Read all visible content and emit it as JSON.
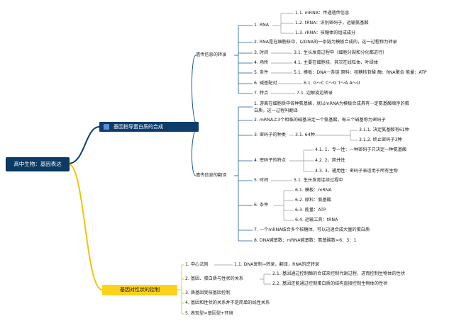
{
  "root": {
    "label": "高中生物：基因表达"
  },
  "branch1": {
    "label": "基因指导蛋白质的合成",
    "transcription": {
      "label": "遗传信息的转录",
      "items": [
        "1. RNA",
        "2. RNA是在细胞核中，以DNA的一条链为模板合成的，这一过程称为转录",
        "3. 时间",
        "4. 场所",
        "5. 条件",
        "6. 碱基配对",
        "7. 特点"
      ],
      "rna_children": [
        "1.1. mRNA：传递遗传信息",
        "1.2. tRNA：识别密码子，运输氨基酸",
        "1.3. rRNA：核糖体的组成成分"
      ],
      "time_child": "3.1. 生长发育过程中（细胞分裂和分化都进行）",
      "place_child": "4.1. 主要在细胞核，其次在线粒体、叶绿体",
      "condition_child": "5.1. 模板：DNA一条链 原料：核糖核苷酸 酶：RNA聚合 能量：ATP",
      "pairing_child": "6.1. G〜C C〜G T〜A A〜U",
      "feature_child": "7.1. 边解旋边转录"
    },
    "translation": {
      "label": "遗传信息的翻译",
      "items": [
        "1. 游离在细胞质中各种氨基酸，就以mRNA为模板合成具有一定氨基酸顺序的蛋",
        "白质，这一过程叫翻译",
        "2. mRNA上3个相临的碱基决定一个氨基酸，每三个碱基称为密码子",
        "3. 密码子的种类",
        "4. 密码子的特点",
        "5. 时间",
        "6. 条件",
        "7. 一个mRNA结合多个核糖体，可以迅速合成大量的蛋白质",
        "8. DNA碱基数：mRNA碱基数：氨基酸数=6：3：1"
      ],
      "codon_type_child": "3.1. 64种",
      "codon_type_grand": [
        "3.1.1. 决定氨基酸有61种",
        "3.1.2. 终止密码子3种"
      ],
      "codon_feature_children": [
        "4.1. 1、专一性：一种密码子只决定一种氨基酸",
        "4.2. 2、简并性",
        "4.3. 3、通用性：密码子表适用于所有生物"
      ],
      "time_child": "5.1. 生长发育连续过程中",
      "condition_children": [
        "6.1. 模板：mRNA",
        "6.2. 原料：氨基酸",
        "6.3. 能量：ATP",
        "6.4. 运输工具：tRNA"
      ]
    }
  },
  "branch2": {
    "label": "基因对性状的控制",
    "items": [
      "1. 中心法则",
      "2. 基因、蛋白质与性状的关系",
      "3. 质基因受核基因控制",
      "4. 基因和性状的关系并不是简单的线性关系",
      "5. 表现型=基因型+环境"
    ],
    "dogma_child": "1.1. DNA复制→转录，翻译，RNA的逆转录",
    "relation_children": [
      "2.1. 基因通过控制酶的合成来控制代谢过程，进而控制生物体的性状",
      "2.2. 基因还能通过控制蛋白质的结构直接控制生物体的性状"
    ]
  },
  "colors": {
    "root": "#0a3a66",
    "branch1": "#0c3d6c",
    "branch2": "#ffd21a",
    "line1": "#1a5a9a",
    "line2": "#f5c400",
    "line_sub": "#888888"
  }
}
